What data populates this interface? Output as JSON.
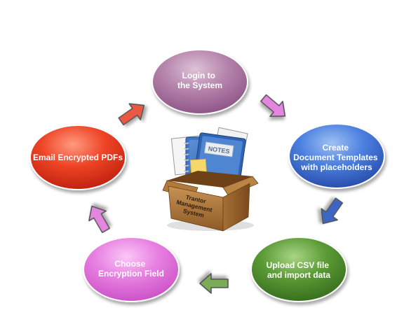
{
  "nodes": [
    {
      "id": "login",
      "lines": [
        "Login to",
        "the System"
      ]
    },
    {
      "id": "create-templates",
      "lines": [
        "Create",
        "Document Templates",
        "with placeholders"
      ]
    },
    {
      "id": "upload-csv",
      "lines": [
        "Upload CSV file",
        "and import data"
      ]
    },
    {
      "id": "choose-encryption",
      "lines": [
        "Choose",
        "Encryption Field"
      ]
    },
    {
      "id": "email-pdfs",
      "lines": [
        "Email Encrypted PDFs"
      ]
    }
  ],
  "center": {
    "notes_label": "NOTES",
    "box_lines": [
      "Trantor",
      "Management",
      "System"
    ]
  },
  "colors": {
    "login": "#a7709e",
    "create_templates": "#3e6fd2",
    "upload_csv": "#4e8a2d",
    "choose_encryption": "#e070dc",
    "email_pdfs": "#e2331c",
    "arrow_pink": "#e486e0",
    "arrow_blue": "#3d66c4",
    "arrow_green": "#7bab58",
    "arrow_red": "#ea5a43"
  }
}
